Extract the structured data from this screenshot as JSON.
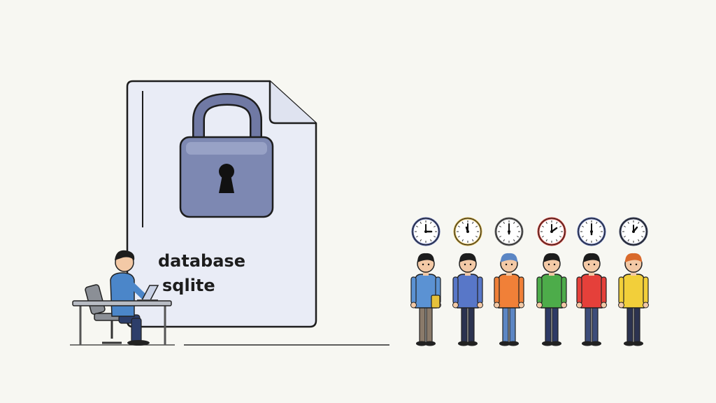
{
  "document": {
    "label_line1": "database",
    "label_line2": "sqlite",
    "icon": "locked-file-icon",
    "lock_icon": "padlock-icon"
  },
  "colors": {
    "background": "#f7f7f2",
    "file_fill": "#e9ecf6",
    "lock_body": "#7d88b2",
    "lock_shackle": "#6f7aa2",
    "outline": "#1d1d1d"
  },
  "people": [
    {
      "name": "person-1",
      "shirt": "#5b92d3",
      "pants": "#8a7a6a",
      "clock_ring": "#4b5a9a",
      "holding": "folder-icon"
    },
    {
      "name": "person-2",
      "shirt": "#5877c8",
      "pants": "#2c3350",
      "clock_ring": "#c8a43a",
      "holding": ""
    },
    {
      "name": "person-3",
      "shirt": "#f08038",
      "pants": "#5c86c4",
      "clock_ring": "#6a6a6a",
      "holding": ""
    },
    {
      "name": "person-4",
      "shirt": "#4dac4a",
      "pants": "#2e3a66",
      "clock_ring": "#c93c34",
      "holding": ""
    },
    {
      "name": "person-5",
      "shirt": "#e5403a",
      "pants": "#3d4d7a",
      "clock_ring": "#4a5c9e",
      "holding": ""
    },
    {
      "name": "person-6",
      "shirt": "#f2cf3a",
      "pants": "#2c3350",
      "clock_ring": "#3a4260",
      "holding": ""
    }
  ],
  "worker": {
    "shirt": "#4b86c9",
    "pants": "#2d3e6a",
    "icon": "laptop-icon"
  }
}
